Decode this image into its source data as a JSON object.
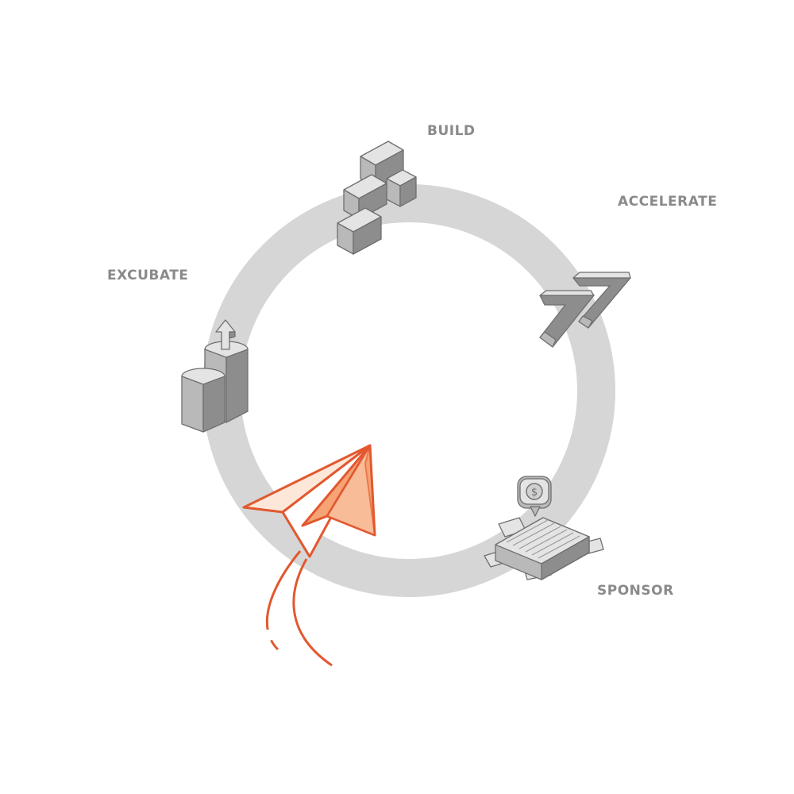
{
  "colors": {
    "background": "#ffffff",
    "ring": "#d6d6d6",
    "label": "#8a8a8a",
    "icon_light": "#e4e4e4",
    "icon_mid": "#b9b9b9",
    "icon_dark": "#8d8d8d",
    "icon_stroke": "#6f6f6f",
    "accent": "#e2582f",
    "accent_light": "#f6a375",
    "accent_pale": "#fde7d8"
  },
  "stages": [
    {
      "id": "build",
      "label": "BUILD",
      "icon": "stacked-blocks-icon"
    },
    {
      "id": "accelerate",
      "label": "ACCELERATE",
      "icon": "double-chevron-icon"
    },
    {
      "id": "sponsor",
      "label": "SPONSOR",
      "icon": "money-briefcase-icon"
    },
    {
      "id": "excubate",
      "label": "EXCUBATE",
      "icon": "growth-bars-icon"
    }
  ],
  "launch_icon": "paper-plane-icon"
}
